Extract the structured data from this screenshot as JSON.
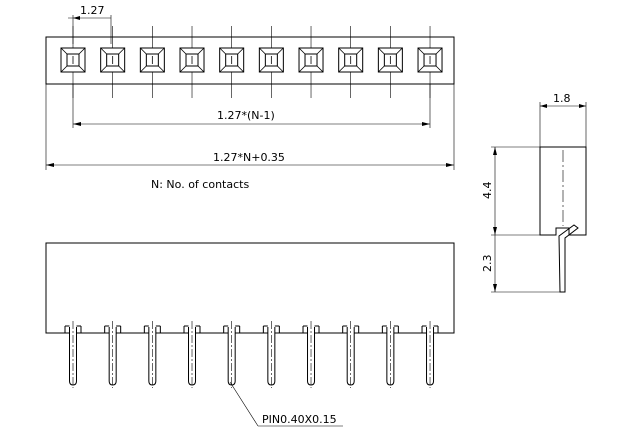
{
  "drawing": {
    "pitch_label": "1.27",
    "inner_span_label": "1.27*(N-1)",
    "overall_length_label": "1.27*N+0.35",
    "note": "N: No. of contacts",
    "side_width_label": "1.8",
    "body_height_label": "4.4",
    "pin_length_label": "2.3",
    "pin_callout": "PIN0.40X0.15",
    "contact_count": 10
  }
}
